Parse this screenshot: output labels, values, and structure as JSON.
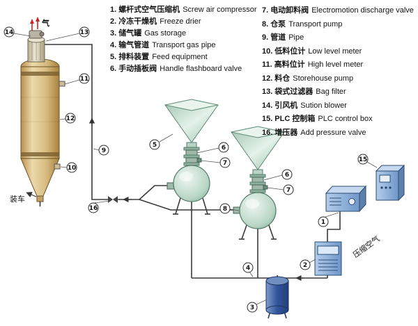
{
  "labels": {
    "gas": "气",
    "loading": "装车",
    "compressed_air": "压缩空气"
  },
  "legend": {
    "left": [
      {
        "num": "1.",
        "zh": "螺杆式空气压缩机",
        "en": "Screw air compressor"
      },
      {
        "num": "2.",
        "zh": "冷冻干燥机",
        "en": "Freeze drier"
      },
      {
        "num": "3.",
        "zh": "储气罐",
        "en": "Gas storage"
      },
      {
        "num": "4.",
        "zh": "输气管道",
        "en": "Transport gas pipe"
      },
      {
        "num": "5.",
        "zh": "排料装置",
        "en": "Feed equipment"
      },
      {
        "num": "6.",
        "zh": "手动插板阀",
        "en": "Handle flashboard valve"
      }
    ],
    "right": [
      {
        "num": "7.",
        "zh": "电动卸料阀",
        "en": "Electromotion discharge valve"
      },
      {
        "num": "8.",
        "zh": "仓泵",
        "en": "Transport pump"
      },
      {
        "num": "9.",
        "zh": "管道",
        "en": "Pipe"
      },
      {
        "num": "10.",
        "zh": "低料位计",
        "en": "Low level meter"
      },
      {
        "num": "11.",
        "zh": "高料位计",
        "en": "High level meter"
      },
      {
        "num": "12.",
        "zh": "料仓",
        "en": "Storehouse pump"
      },
      {
        "num": "13.",
        "zh": "袋式过滤器",
        "en": "Bag filter"
      },
      {
        "num": "14.",
        "zh": "引风机",
        "en": "Sution blower"
      },
      {
        "num": "15.",
        "zh": "PLC 控制箱",
        "en": "PLC control box"
      },
      {
        "num": "16.",
        "zh": "增压器",
        "en": "Add pressure valve"
      }
    ]
  },
  "callouts": [
    "14",
    "13",
    "11",
    "12",
    "10",
    "16",
    "9",
    "5",
    "6",
    "7",
    "6",
    "7",
    "8",
    "15",
    "1",
    "2",
    "3",
    "4"
  ],
  "colors": {
    "silo_tan": "#d9b87c",
    "hopper_green": "#cfe6d8",
    "equipment_blue": "#85abd8",
    "tank_navy": "#3a5c9e",
    "arrow_red": "#cc2222",
    "pipe": "#3a3a3a"
  }
}
